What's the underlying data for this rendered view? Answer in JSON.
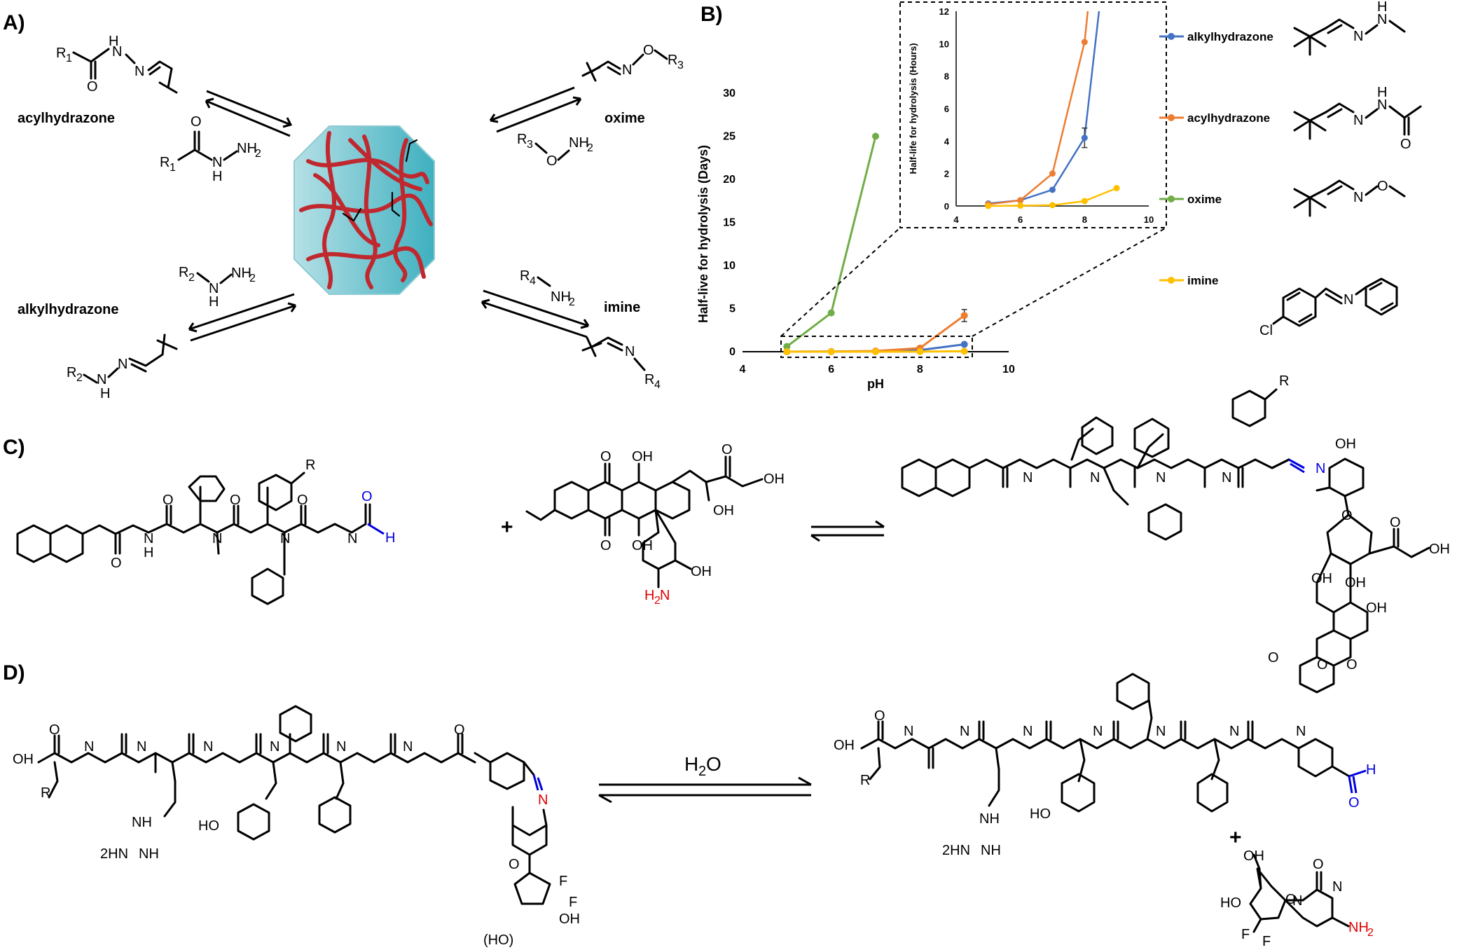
{
  "panels": {
    "a": {
      "label": "A)",
      "acylhydrazone": "acylhydrazone",
      "oxime": "oxime",
      "alkylhydrazone": "alkylhydrazone",
      "imine": "imine",
      "r1": "R",
      "r1_sub": "1",
      "r2": "R",
      "r2_sub": "2",
      "r3": "R",
      "r3_sub": "3",
      "r4": "R",
      "r4_sub": "4"
    },
    "b": {
      "label": "B)"
    },
    "c": {
      "label": "C)",
      "plus": "+",
      "amine": "H",
      "amine_rest": "N",
      "amine_sub": "2",
      "aldehyde_o": "O",
      "aldehyde_h": "H",
      "imine_n": "N"
    },
    "d": {
      "label": "D)",
      "h2o": "H",
      "h2o_sub": "2",
      "h2o_o": "O",
      "plus": "+",
      "nh2": "NH",
      "nh2_sub": "2",
      "imine_n": "N",
      "aldehyde_o": "O",
      "aldehyde_h": "H",
      "guanidine": "2HN",
      "nh": "NH"
    }
  },
  "colors": {
    "alkylhydrazone": "#4472C4",
    "acylhydrazone": "#ED7D31",
    "oxime": "#70AD47",
    "imine": "#FFC000",
    "hydrogel_fill": "#6cc0cc",
    "polymer": "#c0282f",
    "amine_red": "#e00000",
    "aldehyde_blue": "#0000dd"
  },
  "chart_data": [
    {
      "type": "line",
      "name": "main",
      "xlabel": "pH",
      "ylabel": "Half-live for hydrolysis (Days)",
      "xlim": [
        4,
        10
      ],
      "ylim": [
        0,
        30
      ],
      "xticks": [
        4,
        6,
        8,
        10
      ],
      "yticks": [
        0,
        5,
        10,
        15,
        20,
        25,
        30
      ],
      "grid": false,
      "legend": "right",
      "series": [
        {
          "name": "alkylhydrazone",
          "x": [
            5,
            6,
            7,
            8,
            9
          ],
          "y": [
            0.0,
            0.02,
            0.04,
            0.18,
            0.85
          ]
        },
        {
          "name": "acylhydrazone",
          "x": [
            5,
            6,
            7,
            8,
            9
          ],
          "y": [
            0.0,
            0.02,
            0.08,
            0.42,
            4.2
          ],
          "error": [
            0,
            0,
            0,
            0,
            0.7
          ]
        },
        {
          "name": "oxime",
          "x": [
            5,
            6,
            7
          ],
          "y": [
            0.6,
            4.5,
            25
          ]
        },
        {
          "name": "imine",
          "x": [
            5,
            6,
            7,
            8,
            9
          ],
          "y": [
            0.0,
            0.0,
            0.0,
            0.01,
            0.05
          ]
        }
      ]
    },
    {
      "type": "line",
      "name": "inset",
      "xlabel": "",
      "ylabel": "Half-life for hydrolysis (Hours)",
      "xlim": [
        4,
        10
      ],
      "ylim": [
        0,
        12
      ],
      "xticks": [
        4,
        6,
        8,
        10
      ],
      "yticks": [
        0,
        2,
        4,
        6,
        8,
        10,
        12
      ],
      "grid": false,
      "series": [
        {
          "name": "alkylhydrazone",
          "x": [
            5,
            6,
            7,
            8,
            8.45
          ],
          "y": [
            0.15,
            0.35,
            1.0,
            4.2,
            12
          ],
          "error": [
            0,
            0,
            0,
            0.6,
            0
          ]
        },
        {
          "name": "acylhydrazone",
          "x": [
            5,
            6,
            7,
            8,
            8.1
          ],
          "y": [
            0.1,
            0.35,
            2.0,
            10.1,
            12
          ]
        },
        {
          "name": "imine",
          "x": [
            5,
            6,
            7,
            8,
            9
          ],
          "y": [
            0.0,
            0.02,
            0.05,
            0.3,
            1.1
          ]
        }
      ]
    }
  ]
}
